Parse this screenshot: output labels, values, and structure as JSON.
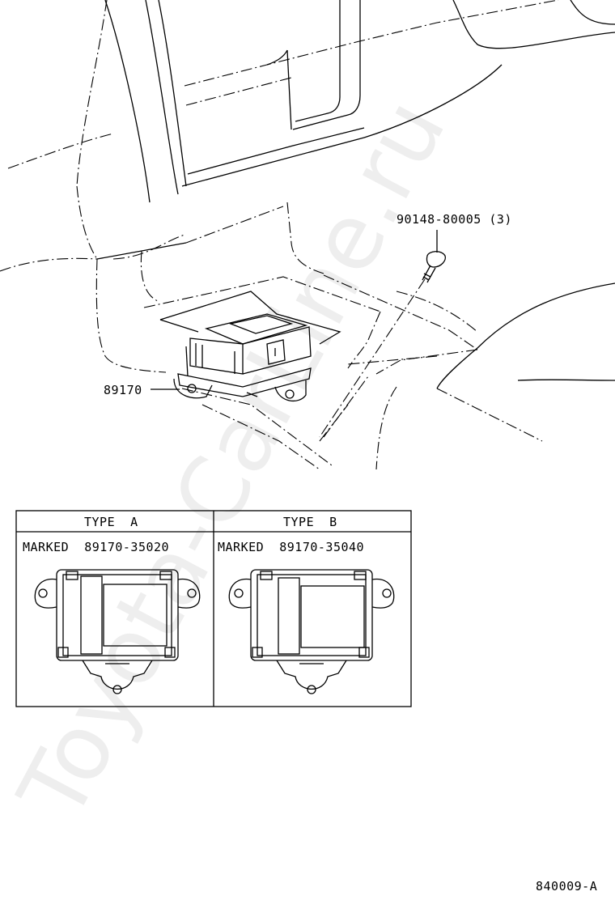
{
  "watermark": "Toyota-CarLine.ru",
  "callouts": {
    "bolt": "90148-80005 (3)",
    "sensor": "89170"
  },
  "table": {
    "type_a": {
      "header": "TYPE  A",
      "marked": "MARKED  89170-35020"
    },
    "type_b": {
      "header": "TYPE  B",
      "marked": "MARKED  89170-35040"
    }
  },
  "diagram_id": "840009-A"
}
